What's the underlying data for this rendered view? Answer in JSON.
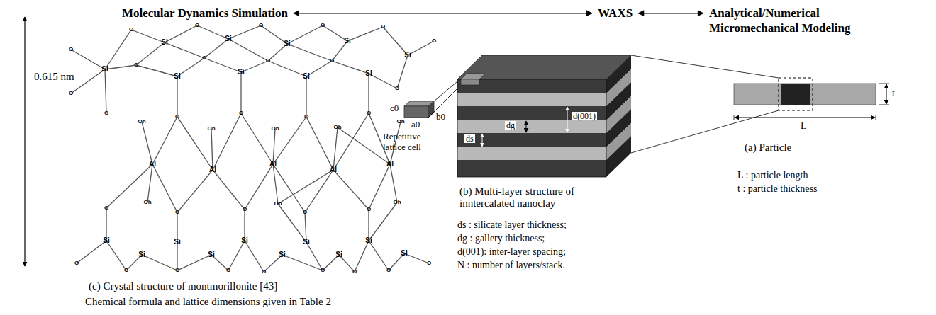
{
  "diagram": {
    "nodes": [
      {
        "text": [
          "Molecular Dynamics Simulation"
        ]
      },
      {
        "text": [
          "WAXS"
        ]
      },
      {
        "text": [
          "Analytical/Numerical Micromechanical Modeling"
        ]
      }
    ],
    "edges": [
      {
        "from": 0,
        "to": 1,
        "arrow": "both"
      },
      {
        "from": 1,
        "to": 2,
        "arrow": "both"
      }
    ],
    "labels": [
      "O",
      "O",
      "O",
      "O",
      "O",
      "O",
      "O",
      "O",
      "O",
      "O",
      "O",
      "O",
      "O",
      "Si",
      "Si",
      "Si",
      "Si",
      "Si",
      "Si",
      "Si",
      "Si",
      "Si",
      "Si",
      "O",
      "Oh",
      "O",
      "Oh",
      "O",
      "Oh",
      "O",
      "Oh",
      "O",
      "Oh",
      "Al",
      "Al",
      "Al",
      "Al",
      "Al",
      "O",
      "Oh",
      "O",
      "O",
      "Oh",
      "O",
      "O",
      "Oh",
      "Si",
      "Si",
      "Si",
      "Si",
      "Si",
      "Si",
      "Si",
      "Si",
      "Si",
      "Si",
      "O",
      "O",
      "O",
      "O",
      "O",
      "O",
      "O",
      "O",
      "O",
      "0.615 nm",
      "(c) Crystal structure of montmorillonite [43]",
      "Chemical formula and lattice dimensions given in Table 2",
      "c0",
      "a0",
      "b0",
      "Repetitive lattice cell",
      "ds",
      "dg",
      "d(001)",
      "(b) Multi-layer structure of inntercalated nanoclay",
      "ds : silicate layer thickness;",
      "dg : gallery thickness;",
      "d(001): inter-layer spacing;",
      "N : number of layers/stack.",
      "t",
      "L",
      "(a) Particle",
      "L : particle length",
      "t : particle thickness"
    ]
  }
}
